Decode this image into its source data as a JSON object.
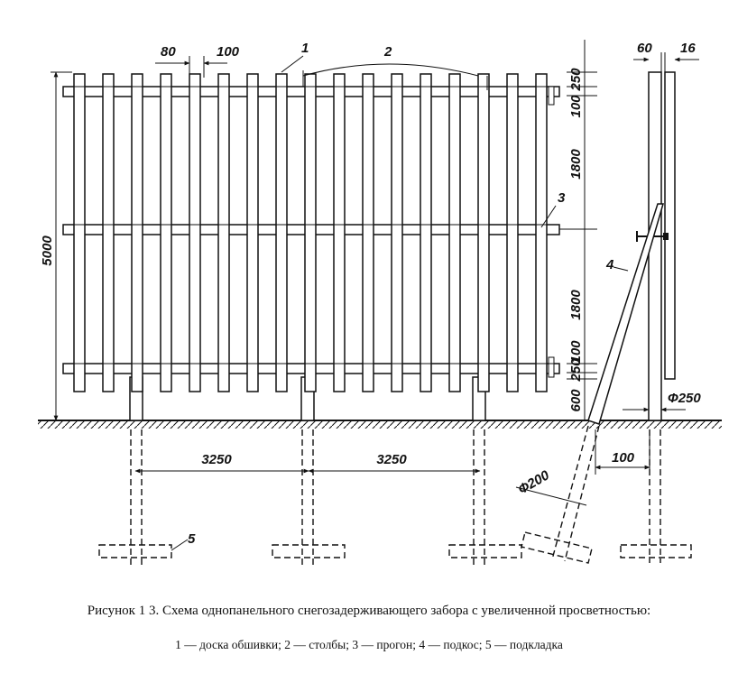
{
  "dimensions": {
    "board_width": "80",
    "board_gap": "100",
    "board_thickness": "60",
    "board_offset": "16",
    "top_overhang": "250",
    "rail_height_top": "100",
    "span_upper": "1800",
    "span_lower": "1800",
    "rail_height_bottom": "100",
    "bottom_overhang": "250",
    "ground_clearance": "600",
    "total_height": "5000",
    "post_spacing_1": "3250",
    "post_spacing_2": "3250",
    "post_diameter": "Ф250",
    "strut_diameter": "Ф200",
    "strut_offset": "100"
  },
  "callouts": {
    "board": "1",
    "posts": "2",
    "rail": "3",
    "strut": "4",
    "pad": "5"
  },
  "caption": {
    "title": "Рисунок 1 3. Схема однопанельного снегозадерживающего забора с увеличенной просветностью:",
    "legend": "1 — доска обшивки; 2 — столбы; 3 — прогон; 4 — подкос; 5 — подкладка"
  }
}
